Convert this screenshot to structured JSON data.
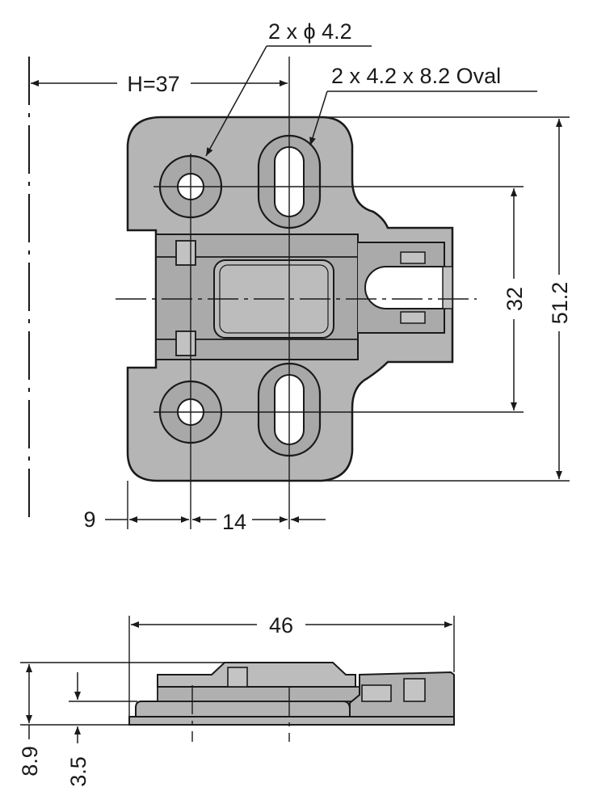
{
  "labels": {
    "hole_callout": "2 x ϕ 4.2",
    "oval_callout": "2 x 4.2 x 8.2 Oval",
    "h_dim": "H=37",
    "dim_32": "32",
    "dim_51_2": "51.2",
    "dim_9": "9",
    "dim_14": "14",
    "dim_46": "46",
    "dim_8_9": "8.9",
    "dim_3_5": "3.5"
  },
  "colors": {
    "part_fill": "#b5b5b5",
    "part_fill_dark": "#9e9e9e",
    "line": "#1a1a1a",
    "background": "#ffffff"
  }
}
